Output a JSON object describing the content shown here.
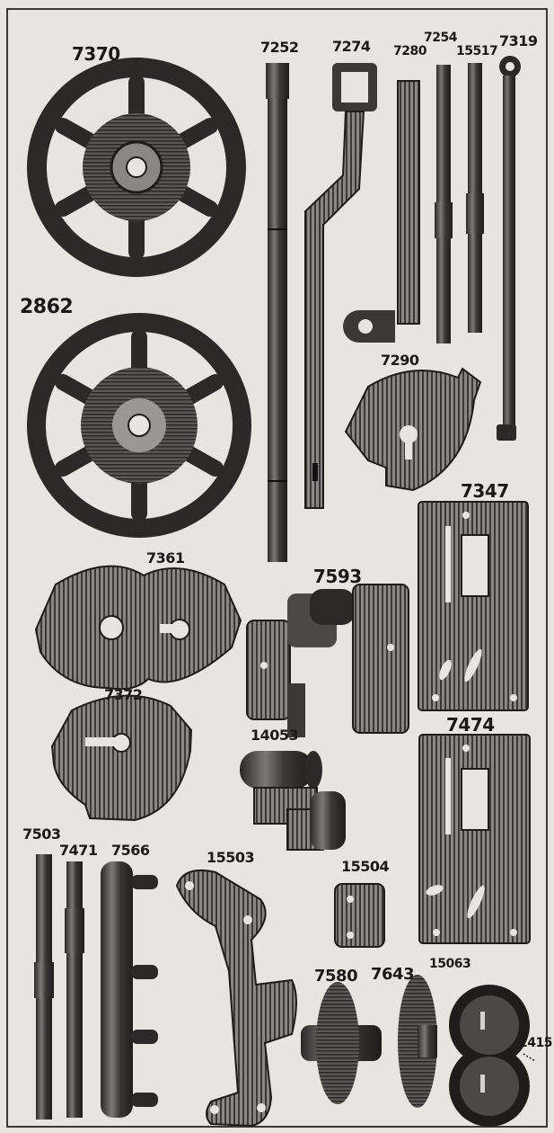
{
  "labels": {
    "p7370": "7370",
    "p7252": "7252",
    "p7274": "7274",
    "p7280": "7280",
    "p7254": "7254",
    "p15517": "15517",
    "p7319": "7319",
    "p2862": "2862",
    "p7290": "7290",
    "p7347": "7347",
    "p7361": "7361",
    "p7593": "7593",
    "p7372": "7372",
    "p14053": "14053",
    "p7474": "7474",
    "p7503": "7503",
    "p7471": "7471",
    "p7566": "7566",
    "p15503": "15503",
    "p15504": "15504",
    "p7580": "7580",
    "p7643": "7643",
    "p15063": "15063",
    "p2415": "2415"
  }
}
